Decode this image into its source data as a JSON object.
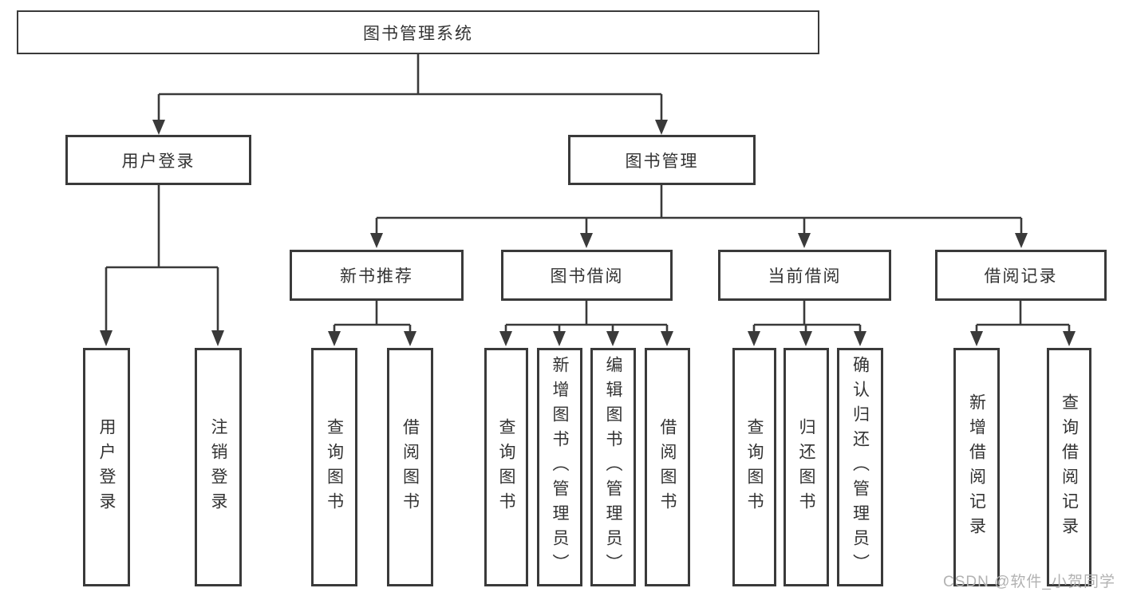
{
  "colors": {
    "line": "#3a3a3a",
    "text": "#333333",
    "watermark": "#b2b2b2",
    "bg": "#ffffff"
  },
  "root": {
    "label": "图书管理系统"
  },
  "level1": {
    "user_login": {
      "label": "用户登录"
    },
    "book_management": {
      "label": "图书管理"
    }
  },
  "level2": {
    "new_books": {
      "label": "新书推荐"
    },
    "book_borrow": {
      "label": "图书借阅"
    },
    "current_borrow": {
      "label": "当前借阅"
    },
    "borrow_records": {
      "label": "借阅记录"
    }
  },
  "leaves": {
    "user_login": {
      "label": "用户登录"
    },
    "logout": {
      "label": "注销登录"
    },
    "newbooks_query": {
      "label": "查询图书"
    },
    "newbooks_borrow": {
      "label": "借阅图书"
    },
    "bookborrow_query": {
      "label": "查询图书"
    },
    "bookborrow_add": {
      "label": "新增图书（管理员）"
    },
    "bookborrow_edit": {
      "label": "编辑图书（管理员）"
    },
    "bookborrow_lend": {
      "label": "借阅图书"
    },
    "current_query": {
      "label": "查询图书"
    },
    "current_return": {
      "label": "归还图书"
    },
    "current_confirm": {
      "label": "确认归还（管理员）"
    },
    "records_add": {
      "label": "新增借阅记录"
    },
    "records_query": {
      "label": "查询借阅记录"
    }
  },
  "hierarchy": {
    "图书管理系统": [
      "用户登录",
      "图书管理"
    ],
    "用户登录": [
      "用户登录",
      "注销登录"
    ],
    "图书管理": [
      "新书推荐",
      "图书借阅",
      "当前借阅",
      "借阅记录"
    ],
    "新书推荐": [
      "查询图书",
      "借阅图书"
    ],
    "图书借阅": [
      "查询图书",
      "新增图书（管理员）",
      "编辑图书（管理员）",
      "借阅图书"
    ],
    "当前借阅": [
      "查询图书",
      "归还图书",
      "确认归还（管理员）"
    ],
    "借阅记录": [
      "新增借阅记录",
      "查询借阅记录"
    ]
  },
  "watermark": {
    "text": "CSDN @软件_小贺同学"
  }
}
